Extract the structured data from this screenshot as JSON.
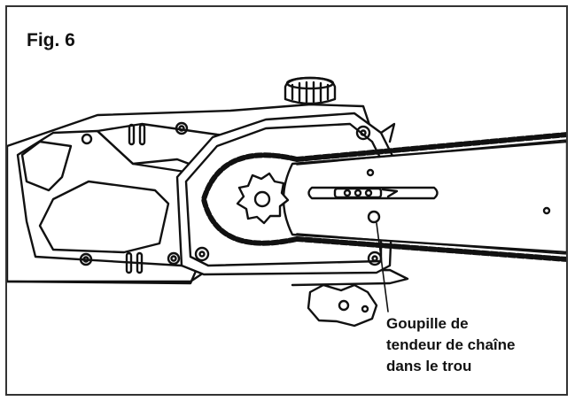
{
  "figure": {
    "label": "Fig. 6",
    "callout_lines": [
      "Goupille de",
      "tendeur de chaîne",
      "dans le trou"
    ]
  },
  "colors": {
    "stroke": "#111111",
    "background": "#ffffff",
    "frame": "#333333"
  }
}
